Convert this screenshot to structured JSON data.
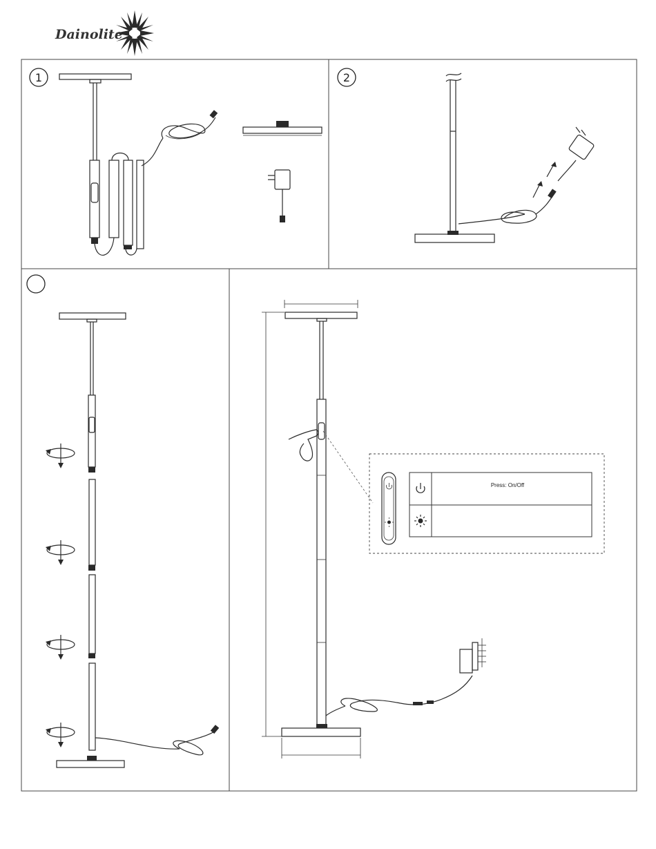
{
  "brand": {
    "name": "Dainolite",
    "logo": "starburst-logo"
  },
  "steps": [
    {
      "number": "1",
      "name": "unpack-parts"
    },
    {
      "number": "2",
      "name": "connect-adapter"
    },
    {
      "number": "",
      "name": "assemble-pole"
    }
  ],
  "control_panel": {
    "rows": [
      {
        "icon": "power-icon",
        "text": "Press: On/Off"
      },
      {
        "icon": "brightness-icon",
        "text": ""
      }
    ]
  },
  "colors": {
    "line": "#2a2a2a",
    "frame": "#444444",
    "background": "#ffffff"
  }
}
